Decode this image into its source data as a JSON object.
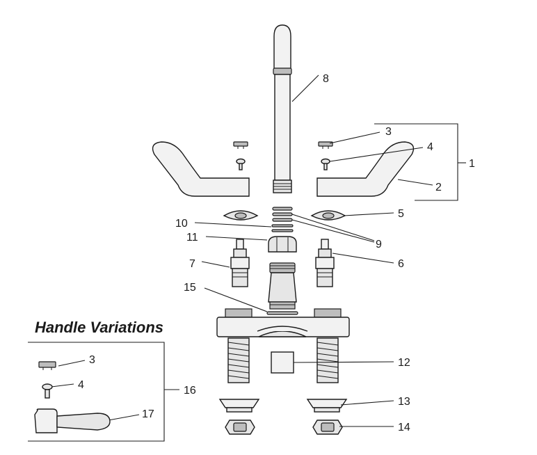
{
  "diagram": {
    "heading": "Handle Variations",
    "callouts": {
      "c1": "1",
      "c2": "2",
      "c3": "3",
      "c4": "4",
      "c5": "5",
      "c6": "6",
      "c7": "7",
      "c8": "8",
      "c9": "9",
      "c10": "10",
      "c11": "11",
      "c12": "12",
      "c13": "13",
      "c14": "14",
      "c15": "15",
      "c16": "16",
      "v3": "3",
      "v4": "4",
      "v17": "17"
    }
  }
}
